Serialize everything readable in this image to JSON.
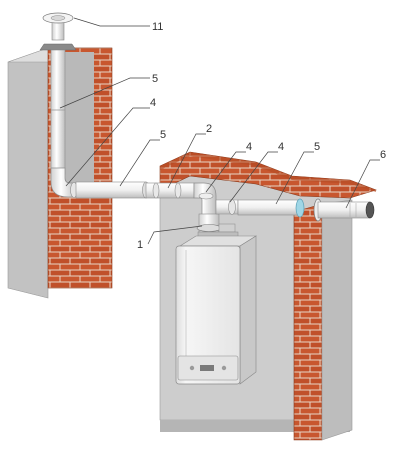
{
  "colors": {
    "brick": "#c8572f",
    "brick_dark": "#a9421f",
    "mortar": "#e8d6c6",
    "wall": "#c9c9c9",
    "wall_dark": "#a8a8a8",
    "pipe": "#f2f2f2",
    "pipe_shade": "#bdbdbd",
    "boiler": "#eeeeee",
    "leader": "#444444"
  },
  "callouts": [
    {
      "id": "c11",
      "label": "11",
      "target": "roof-terminal"
    },
    {
      "id": "c5a",
      "label": "5",
      "target": "vertical-flue-pipe"
    },
    {
      "id": "c4a",
      "label": "4",
      "target": "elbow-left"
    },
    {
      "id": "c5b",
      "label": "5",
      "target": "horizontal-pipe-left"
    },
    {
      "id": "c2",
      "label": "2",
      "target": "pipe-connector"
    },
    {
      "id": "c4b",
      "label": "4",
      "target": "elbow-center"
    },
    {
      "id": "c4c",
      "label": "4",
      "target": "elbow-right"
    },
    {
      "id": "c5c",
      "label": "5",
      "target": "horizontal-pipe-right"
    },
    {
      "id": "c6",
      "label": "6",
      "target": "wall-terminal"
    },
    {
      "id": "c1",
      "label": "1",
      "target": "boiler-adapter"
    }
  ]
}
